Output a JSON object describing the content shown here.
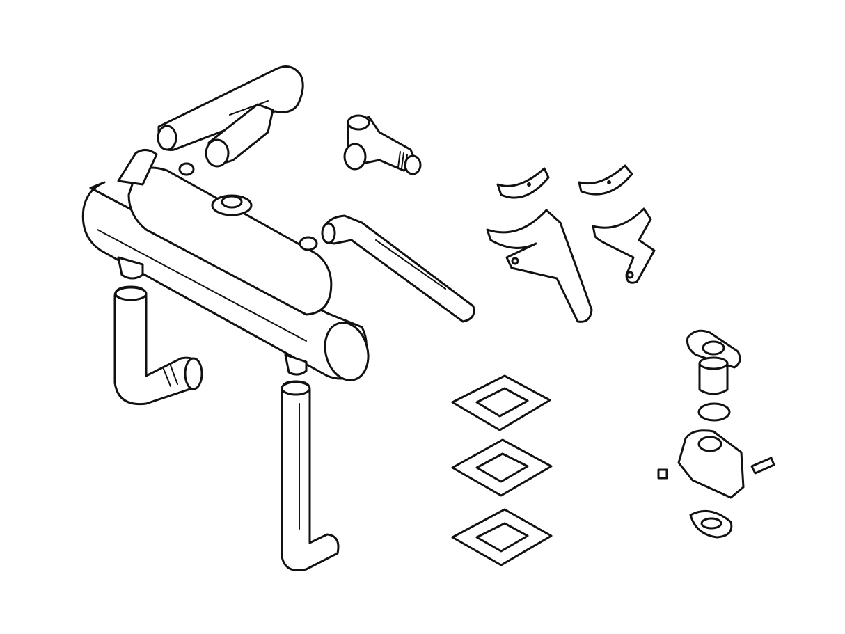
{
  "diagram": {
    "type": "exploded parts line drawing",
    "colors": {
      "background": "#ffffff",
      "line": "#111111"
    },
    "parts": [
      "upper-elbow-pipe",
      "tee-fitting",
      "exhaust-manifold",
      "right-pipe",
      "left-elbow-pipe",
      "long-vertical-pipe",
      "mounting-brackets",
      "gaskets",
      "thermostat-housing-assembly"
    ]
  }
}
